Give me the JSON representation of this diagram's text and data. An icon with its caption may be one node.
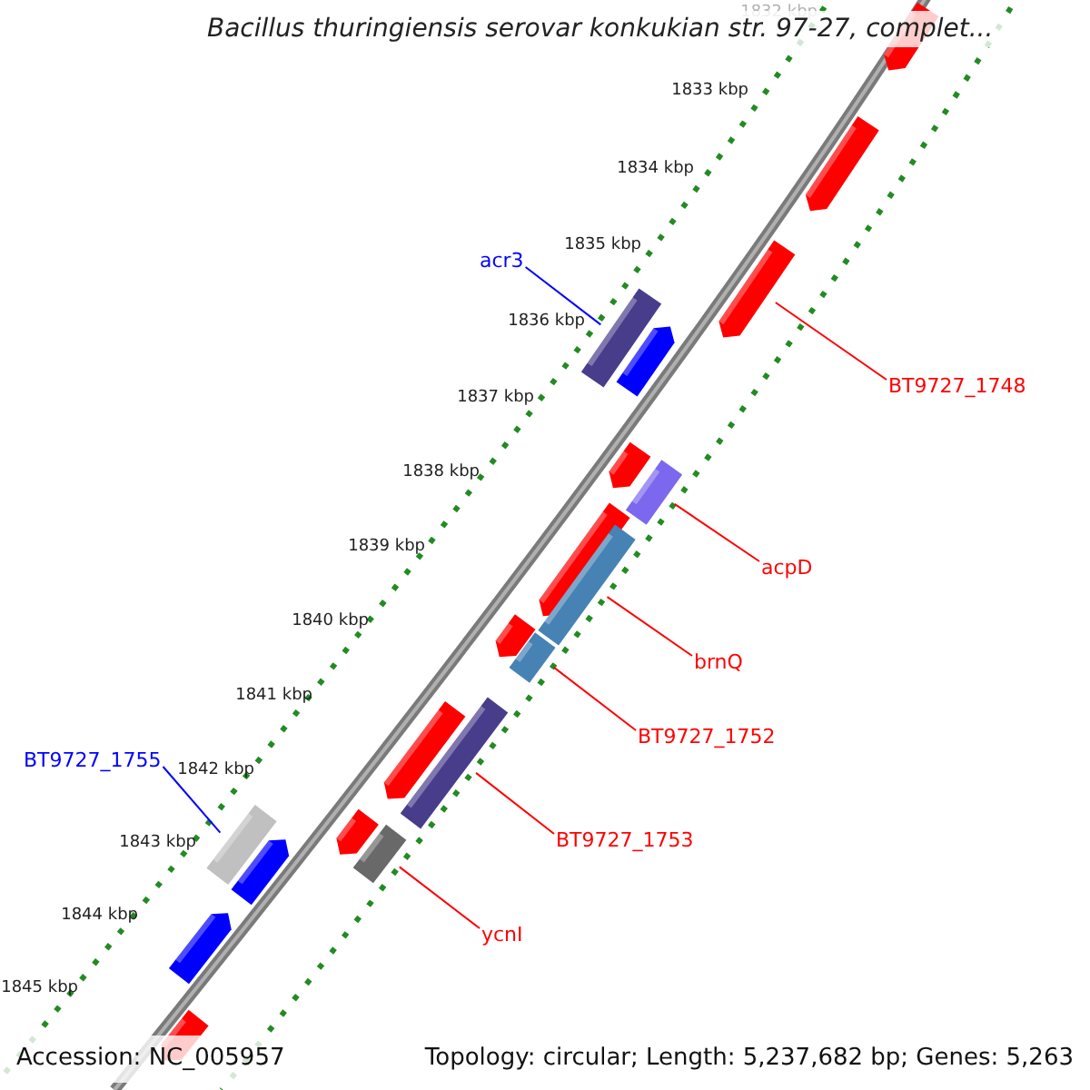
{
  "diagram": {
    "title": "Bacillus thuringiensis serovar konkukian str. 97-27, complet...",
    "nodes": [
      {
        "text": [],
        "shape": "pentagon"
      },
      {
        "text": [],
        "shape": "pentagon"
      },
      {
        "text": [
          "acr3"
        ]
      },
      {
        "text": [],
        "shape": "pentagon"
      },
      {
        "text": [],
        "shape": "bar"
      },
      {
        "text": [],
        "shape": "pentagon"
      },
      {
        "text": [
          "BT9727_1748"
        ]
      },
      {
        "text": [],
        "shape": "pentagon"
      },
      {
        "text": [],
        "shape": "bar"
      },
      {
        "text": [],
        "shape": "pentagon"
      },
      {
        "text": [
          "acpD"
        ]
      },
      {
        "text": [],
        "shape": "bar"
      },
      {
        "text": [],
        "shape": "pentagon"
      },
      {
        "text": [
          "brnQ"
        ]
      },
      {
        "text": [],
        "shape": "bar"
      },
      {
        "text": [
          "BT9727_1752"
        ]
      },
      {
        "text": [
          "BT9727_1755"
        ]
      },
      {
        "text": [],
        "shape": "pentagon"
      },
      {
        "text": [],
        "shape": "bar"
      },
      {
        "text": [
          "BT9727_1753"
        ]
      },
      {
        "text": [],
        "shape": "pentagon"
      },
      {
        "text": [],
        "shape": "bar"
      },
      {
        "text": [],
        "shape": "bar"
      },
      {
        "text": [],
        "shape": "pentagon"
      },
      {
        "text": [
          "ycnI"
        ]
      },
      {
        "text": [],
        "shape": "pentagon"
      },
      {
        "text": [],
        "shape": "pentagon"
      }
    ],
    "edges": [
      {
        "from": 2,
        "to": 4,
        "arrow": "none",
        "color": "#0000ff"
      },
      {
        "from": 6,
        "to": 3,
        "arrow": "none"
      },
      {
        "from": 10,
        "to": 8,
        "arrow": "none"
      },
      {
        "from": 13,
        "to": 11,
        "arrow": "none"
      },
      {
        "from": 15,
        "to": 14,
        "arrow": "none"
      },
      {
        "from": 16,
        "to": 21,
        "arrow": "none",
        "color": "#0000ff"
      },
      {
        "from": 19,
        "to": 18,
        "arrow": "none"
      },
      {
        "from": 24,
        "to": 22,
        "arrow": "none"
      }
    ],
    "labels": [
      "1832 kbp",
      "1833 kbp",
      "1834 kbp",
      "1835 kbp",
      "1836 kbp",
      "1837 kbp",
      "1838 kbp",
      "1839 kbp",
      "1840 kbp",
      "1841 kbp",
      "1842 kbp",
      "1843 kbp",
      "1844 kbp",
      "1845 kbp",
      "Accession: NC_005957",
      "Topology: circular; Length: 5,237,682 bp; Genes: 5,263"
    ]
  }
}
